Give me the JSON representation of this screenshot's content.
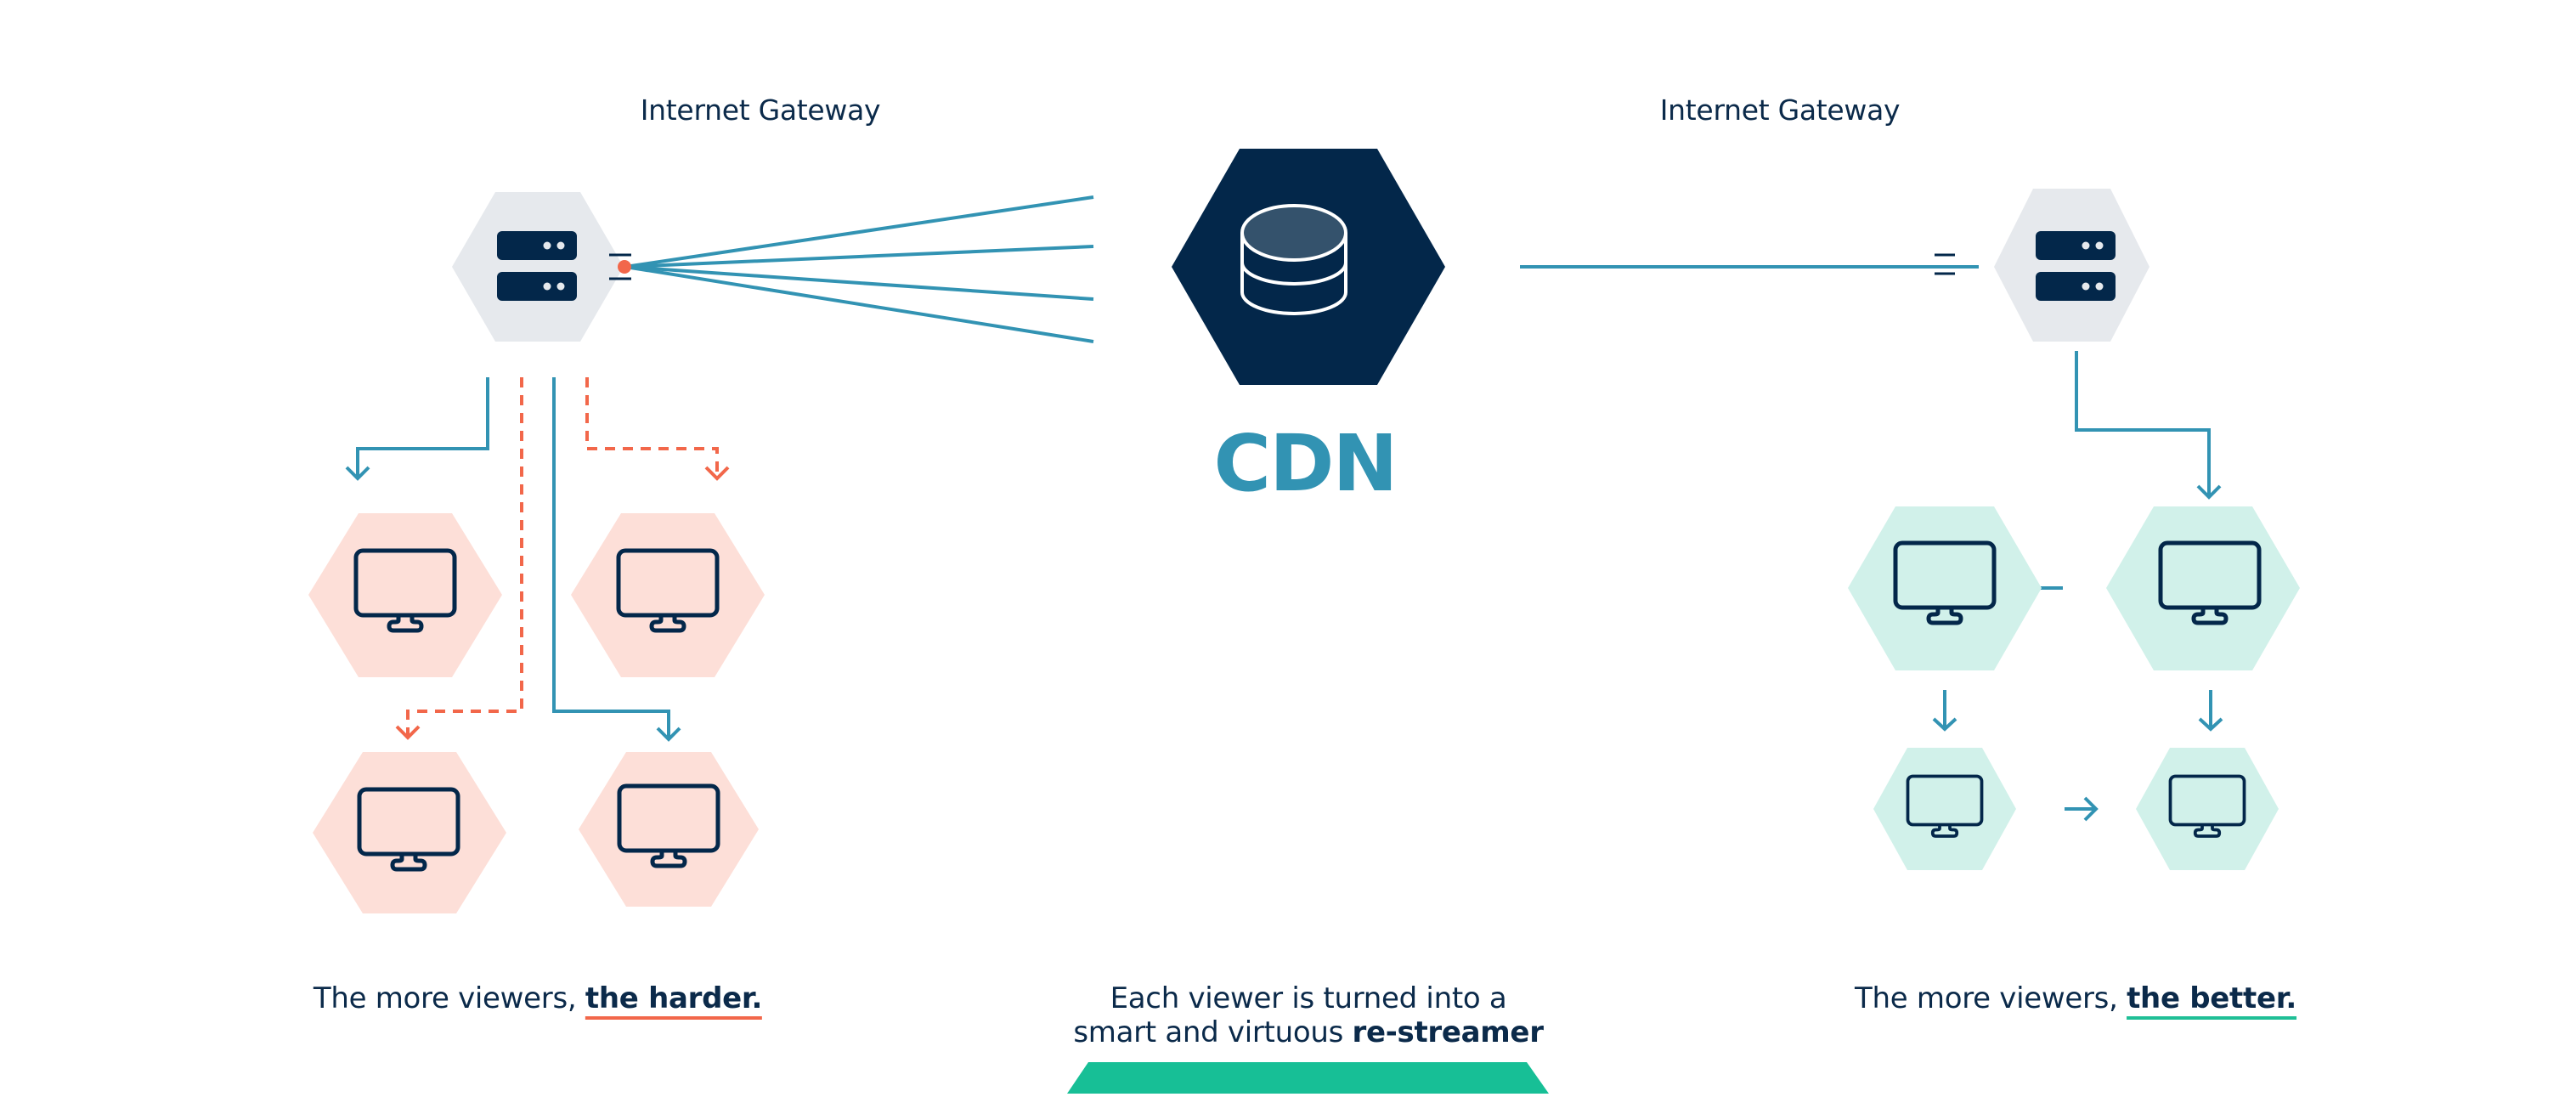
{
  "colors": {
    "navy": "#03274a",
    "teal_line": "#3293b3",
    "orange": "#f2674a",
    "gateway_hex": "#e6e9ed",
    "pink_hex": "#fddfd8",
    "mint_hex": "#d1f1ea",
    "cdn_top": "#34526c",
    "green_bar": "#17bf96"
  },
  "left_panel": {
    "gateway_label": "Internet Gateway",
    "gateway_icon": "server-icon",
    "viewer_icon": "monitor-icon",
    "caption_prefix": "The more viewers, ",
    "caption_emphasis": "the harder."
  },
  "center_panel": {
    "cdn_icon": "database-icon",
    "cdn_title": "CDN",
    "caption_line1": "Each viewer is turned into a",
    "caption_line2_prefix": "smart and virtuous ",
    "caption_line2_emphasis": "re-streamer"
  },
  "right_panel": {
    "gateway_label": "Internet Gateway",
    "gateway_icon": "server-icon",
    "viewer_icon": "monitor-icon",
    "caption_prefix": "The more viewers, ",
    "caption_emphasis": "the better."
  }
}
